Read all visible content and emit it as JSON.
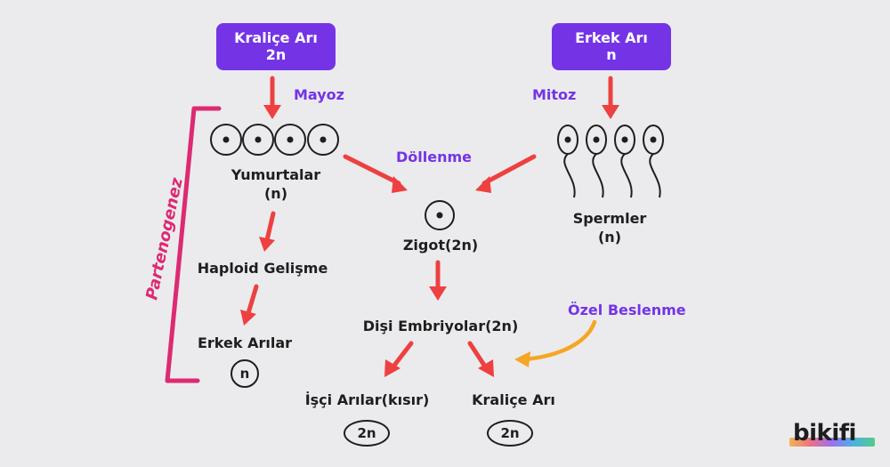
{
  "nodes": {
    "queen_box": {
      "line1": "Kraliçe Arı",
      "line2": "2n"
    },
    "drone_box": {
      "line1": "Erkek Arı",
      "line2": "n"
    },
    "eggs": {
      "line1": "Yumurtalar",
      "line2": "(n)"
    },
    "sperms": {
      "line1": "Spermler",
      "line2": "(n)"
    },
    "zygote": "Zigot(2n)",
    "haploid": "Haploid Gelişme",
    "male_bees": "Erkek Arılar",
    "male_badge": "n",
    "female_embryos": "Dişi Embriyolar(2n)",
    "workers": "İşçi Arılar(kısır)",
    "workers_badge": "2n",
    "queen_result": "Kraliçe Arı",
    "queen_badge": "2n"
  },
  "processes": {
    "meiosis": "Mayoz",
    "mitosis": "Mitoz",
    "fertilization": "Döllenme",
    "special_feeding": "Özel Beslenme",
    "parthenogenesis": "Partenogenez"
  },
  "logo": "bikifi",
  "colors": {
    "background": "#ebebed",
    "box": "#7434e6",
    "arrow_red": "#ee4040",
    "arrow_orange": "#f5a623",
    "bracket": "#dc2a73",
    "text": "#1e1e1e"
  }
}
